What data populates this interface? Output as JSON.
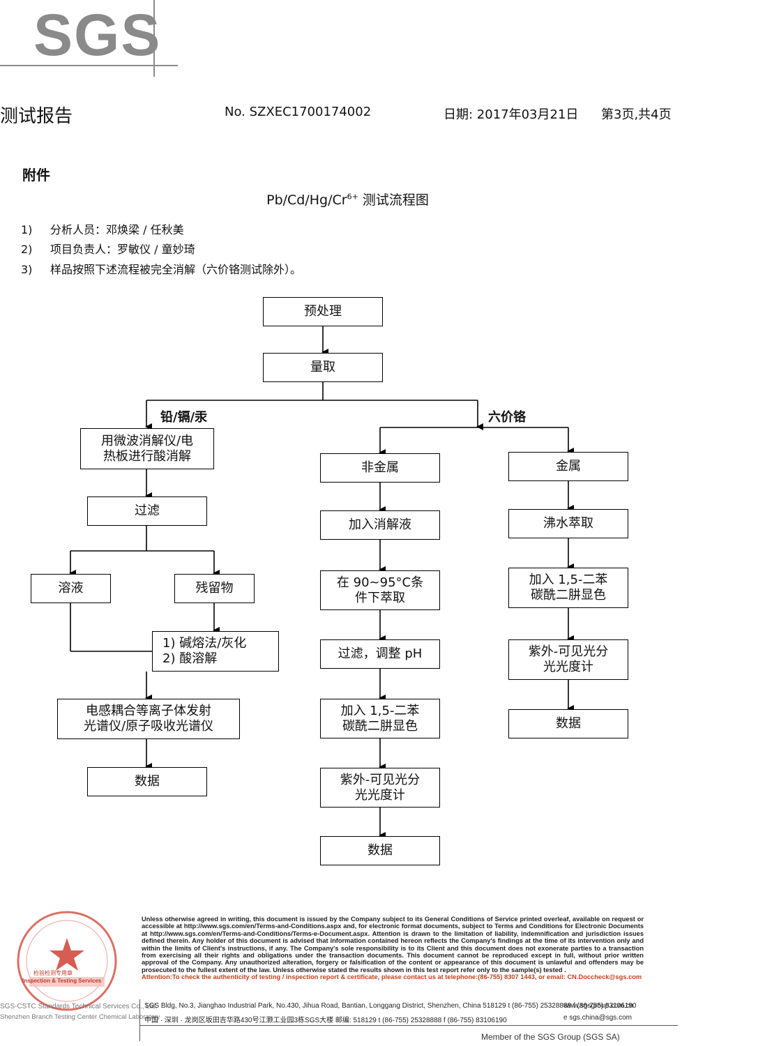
{
  "logo": {
    "text": "SGS",
    "color": "#8a8a8a"
  },
  "header": {
    "title": "测试报告",
    "report_no": "No. SZXEC1700174002",
    "date": "日期: 2017年03月21日",
    "page": "第3页,共4页"
  },
  "section_title": "附件",
  "flow_title": {
    "prefix": "Pb/Cd/Hg/Cr",
    "sup": "6+",
    "suffix": " 测试流程图"
  },
  "notes": [
    {
      "num": "1)",
      "text": "分析人员：邓焕梁 / 任秋美"
    },
    {
      "num": "2)",
      "text": "项目负责人：罗敏仪 / 童妙琦"
    },
    {
      "num": "3)",
      "text": "样品按照下述流程被完全消解（六价铬测试除外）。"
    }
  ],
  "flowchart": {
    "pretreat": "预处理",
    "measure": "量取",
    "branch_left": "铅/镉/汞",
    "branch_right": "六价铬",
    "digest_l1": "用微波消解仪/电",
    "digest_l2": "热板进行酸消解",
    "filter": "过滤",
    "solution": "溶液",
    "residue": "残留物",
    "alkali_l1": "1)  碱熔法/灰化",
    "alkali_l2": "2)  酸溶解",
    "icp_l1": "电感耦合等离子体发射",
    "icp_l2": "光谱仪/原子吸收光谱仪",
    "data_left": "数据",
    "nonmetal": "非金属",
    "add_digest": "加入消解液",
    "extract_l1": "在 90~95°C条",
    "extract_l2": "件下萃取",
    "filter_ph": "过滤，调整 pH",
    "add_dpc_l1": "加入 1,5-二苯",
    "add_dpc_l2": "碳酰二肼显色",
    "uv_l1": "紫外-可见光分",
    "uv_l2": "光光度计",
    "data_mid": "数据",
    "metal": "金属",
    "boil": "沸水萃取",
    "add_dpc2_l1": "加入 1,5-二苯",
    "add_dpc2_l2": "碳酰二肼显色",
    "uv2_l1": "紫外-可见光分",
    "uv2_l2": "光光度计",
    "data_right": "数据"
  },
  "footer": {
    "fine_print": "Unless otherwise agreed in writing, this document is issued by the Company subject to its General Conditions of Service printed overleaf, available on request or accessible at http://www.sgs.com/en/Terms-and-Conditions.aspx and, for electronic format documents, subject to Terms and Conditions for Electronic Documents at http://www.sgs.com/en/Terms-and-Conditions/Terms-e-Document.aspx. Attention is drawn to the limitation of liability, indemnification and jurisdiction issues defined therein. Any holder of this document is advised that information contained hereon reflects the Company's findings at the time of its intervention only and within the limits of Client's instructions, if any. The Company's sole responsibility is to its Client and this document does not exonerate parties to a transaction from exercising all their rights and obligations under the transaction documents. This document cannot be reproduced except in full, without prior written approval of the Company. Any unauthorized alteration, forgery or falsification of the content or appearance of this document is unlawful and offenders may be prosecuted to the fullest extent of the law. Unless otherwise stated the results shown in this test report refer only to the sample(s) tested .",
    "attention": "Attention:To check the authenticity of testing / inspection report & certificate, please contact us at telephone:(86-755) 8307 1443, or email: CN.Doccheck@sgs.com",
    "addr_en": "SGS Bldg, No.3, Jianghao Industrial Park, No.430, Jihua Road, Bantian, Longgang District, Shenzhen, China  518129   t (86-755) 25328888  f (86-755) 83106190",
    "web1": "www.sgsgroup.com.cn",
    "addr_cn": "中国 · 深圳 · 龙岗区坂田吉华路430号江灏工业园3栋SGS大楼     邮编: 518129   t (86-755) 25328888  f (86-755) 83106190",
    "web2": "e  sgs.china@sgs.com",
    "company_en1": "SGS-CSTC Standards Technical Services Co., Ltd.",
    "company_en2": "Shenzhen Branch Testing Center Chemical Laboratory",
    "seal_text": "Inspection & Testing Services",
    "seal_cn": "检验检测专用章",
    "member": "Member of the SGS Group (SGS SA)"
  }
}
